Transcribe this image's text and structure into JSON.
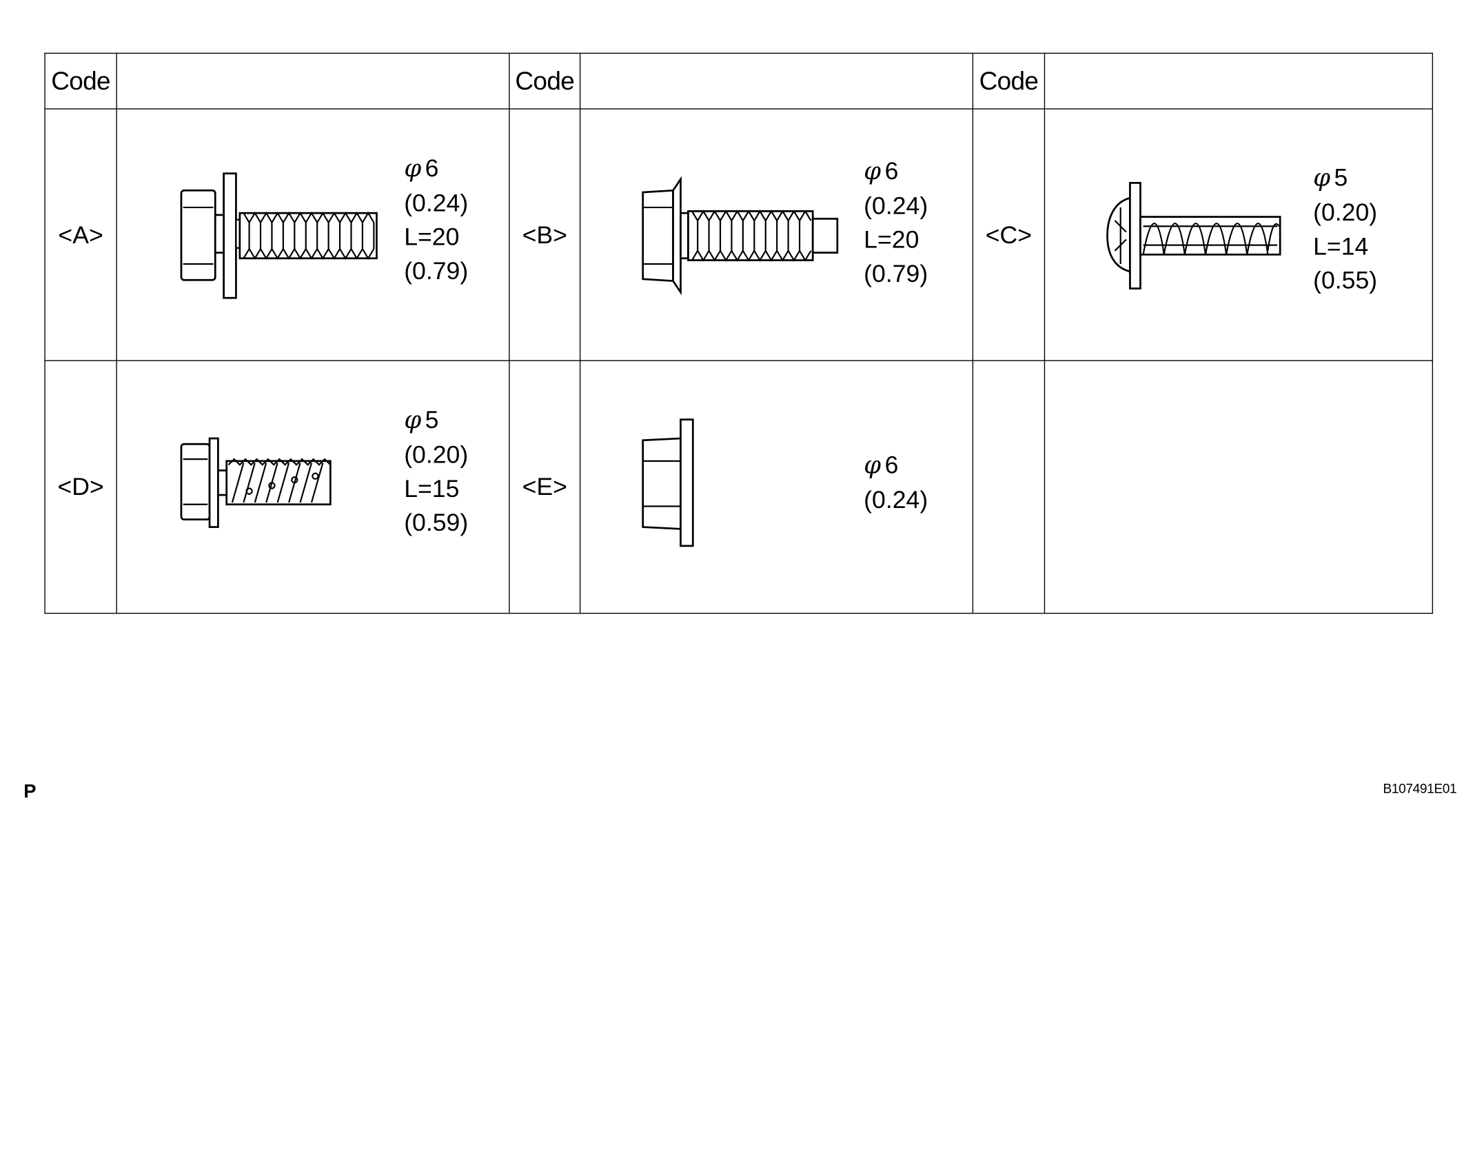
{
  "table": {
    "header_label": "Code",
    "rows": [
      [
        {
          "code": "<A>",
          "icon": "hex-bolt-with-washer-icon",
          "diameter": "6",
          "diameter_in": "(0.24)",
          "length": "L=20",
          "length_in": "(0.79)"
        },
        {
          "code": "<B>",
          "icon": "flange-bolt-icon",
          "diameter": "6",
          "diameter_in": "(0.24)",
          "length": "L=20",
          "length_in": "(0.79)"
        },
        {
          "code": "<C>",
          "icon": "pan-head-tapping-screw-icon",
          "diameter": "5",
          "diameter_in": "(0.20)",
          "length": "L=14",
          "length_in": "(0.55)"
        }
      ],
      [
        {
          "code": "<D>",
          "icon": "hex-tapping-screw-with-washer-icon",
          "diameter": "5",
          "diameter_in": "(0.20)",
          "length": "L=15",
          "length_in": "(0.59)"
        },
        {
          "code": "<E>",
          "icon": "flange-nut-icon",
          "diameter": "6",
          "diameter_in": "(0.24)"
        },
        {
          "code": "",
          "icon": ""
        }
      ]
    ]
  },
  "symbols": {
    "phi": "φ"
  },
  "footer": {
    "mark": "P",
    "figure_id": "B107491E01"
  }
}
